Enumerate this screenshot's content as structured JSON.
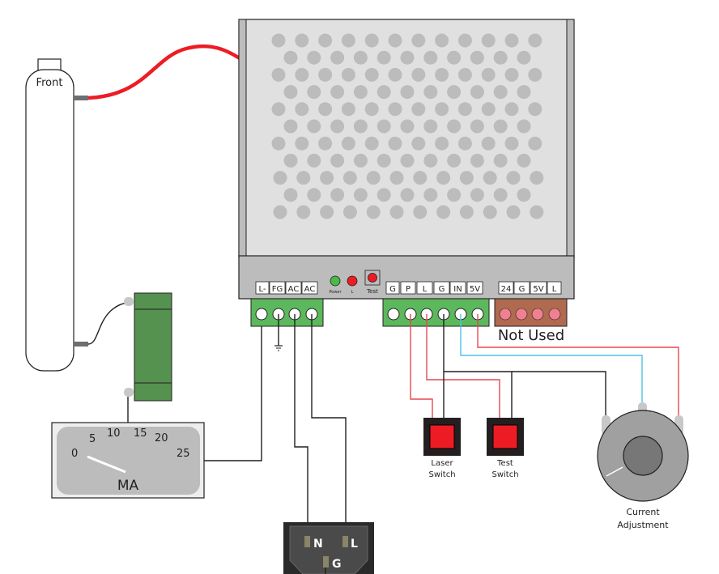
{
  "tube": {
    "label": "Front"
  },
  "psu": {
    "left_terminals": [
      "L-",
      "FG",
      "AC",
      "AC"
    ],
    "leds": [
      {
        "label": "Power",
        "color": "#4cb848"
      },
      {
        "label": "L",
        "color": "#ed1c24"
      }
    ],
    "test_button": {
      "label": "Test",
      "color": "#ed1c24"
    },
    "mid_terminals": [
      "G",
      "P",
      "L",
      "G",
      "IN",
      "5V"
    ],
    "right_terminals": [
      "24",
      "G",
      "5V",
      "L"
    ],
    "not_used_label": "Not Used"
  },
  "meter": {
    "unit": "MA",
    "scale": [
      "0",
      "5",
      "10",
      "15",
      "20",
      "25"
    ]
  },
  "switches": [
    {
      "line1": "Laser",
      "line2": "Switch"
    },
    {
      "line1": "Test",
      "line2": "Switch"
    }
  ],
  "pot": {
    "line1": "Current",
    "line2": "Adjustment"
  },
  "power_inlet": {
    "pins": [
      "N",
      "L",
      "G"
    ]
  },
  "colors": {
    "hv_wire": "#ed1c24",
    "signal_red": "#e8474f",
    "signal_blue": "#4fc3e8",
    "terminal_green": "#5cb85c",
    "resistor_green": "#55914f",
    "not_used_brown": "#b06a50",
    "not_used_pin": "#f08090"
  }
}
